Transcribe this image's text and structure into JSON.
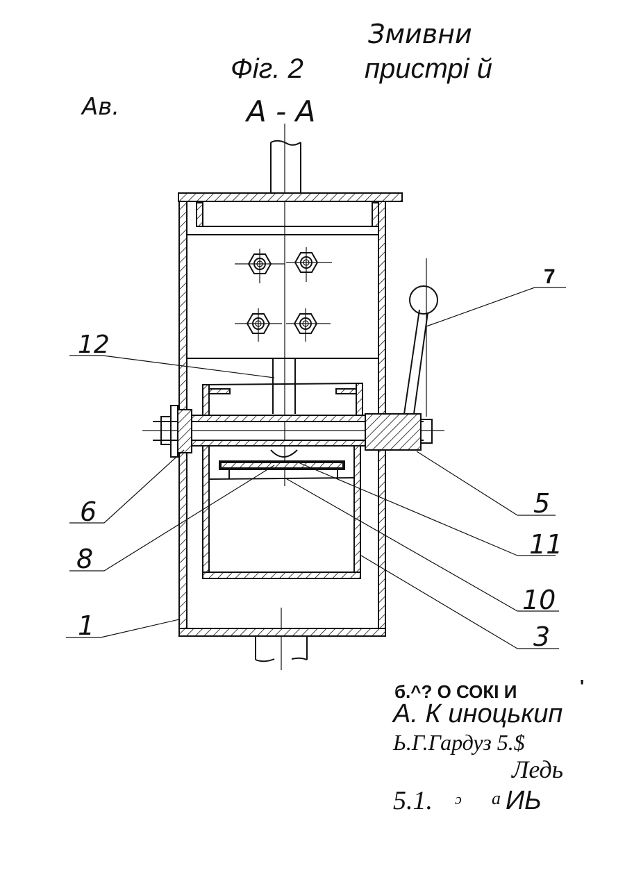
{
  "header": {
    "title_handwritten": "Змивни",
    "fig_label": "Фіг. 2",
    "title_printed": "пристрі й",
    "author_mark": "Ав.",
    "section_label": "А - А"
  },
  "callouts": {
    "c1": "1",
    "c3": "3",
    "c5": "5",
    "c6": "6",
    "c7": "7",
    "c8": "8",
    "c10": "10",
    "c11": "11",
    "c12": "12"
  },
  "signatures": {
    "line1": "б.^? О СОКІ И",
    "line1_mark": "'",
    "line2": "А. К иноцькип",
    "line3": "Ь.Г.Гардуз 5.$",
    "line4": "Ледь",
    "line5a": "5.1.",
    "line5b": "ɔ",
    "line5c": "a",
    "line5d": "ИЬ"
  }
}
